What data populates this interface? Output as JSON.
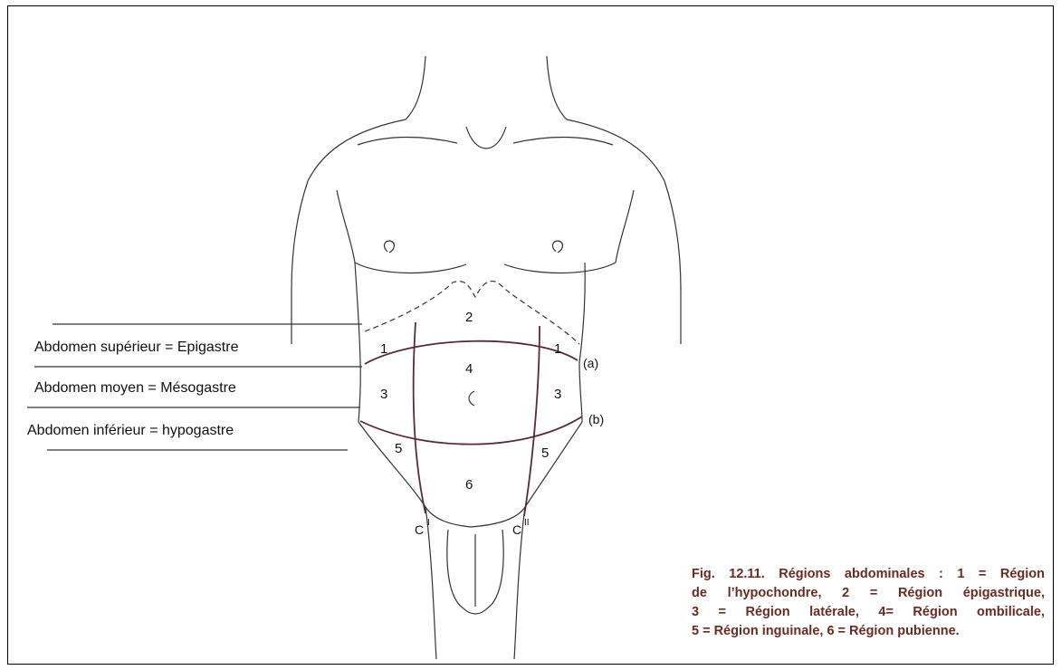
{
  "zones": [
    {
      "id": "superieur",
      "label": "Abdomen supérieur = Epigastre"
    },
    {
      "id": "moyen",
      "label": "Abdomen moyen = Mésogastre"
    },
    {
      "id": "inferieur",
      "label": "Abdomen inférieur = hypogastre"
    }
  ],
  "region_numbers": {
    "hypochondre_left": "1",
    "hypochondre_right": "1",
    "epigastrique": "2",
    "laterale_left": "3",
    "laterale_right": "3",
    "ombilicale": "4",
    "inguinale_left": "5",
    "inguinale_right": "5",
    "pubienne": "6"
  },
  "line_markers": {
    "a": "(a)",
    "b": "(b)",
    "c1": "C",
    "c1_sup": "I",
    "c2": "C",
    "c2_sup": "II"
  },
  "caption": {
    "line1": "Fig. 12.11. Régions abdominales : 1 = Région",
    "line2": "de l’hypochondre, 2 = Région épigastrique,",
    "line3": "3 = Région latérale, 4= Région ombilicale,",
    "line4": "5 = Région inguinale, 6 = Région pubienne."
  },
  "colors": {
    "outline": "#333333",
    "division_lines": "#5a2a38",
    "caption_text": "#6b2a22"
  }
}
